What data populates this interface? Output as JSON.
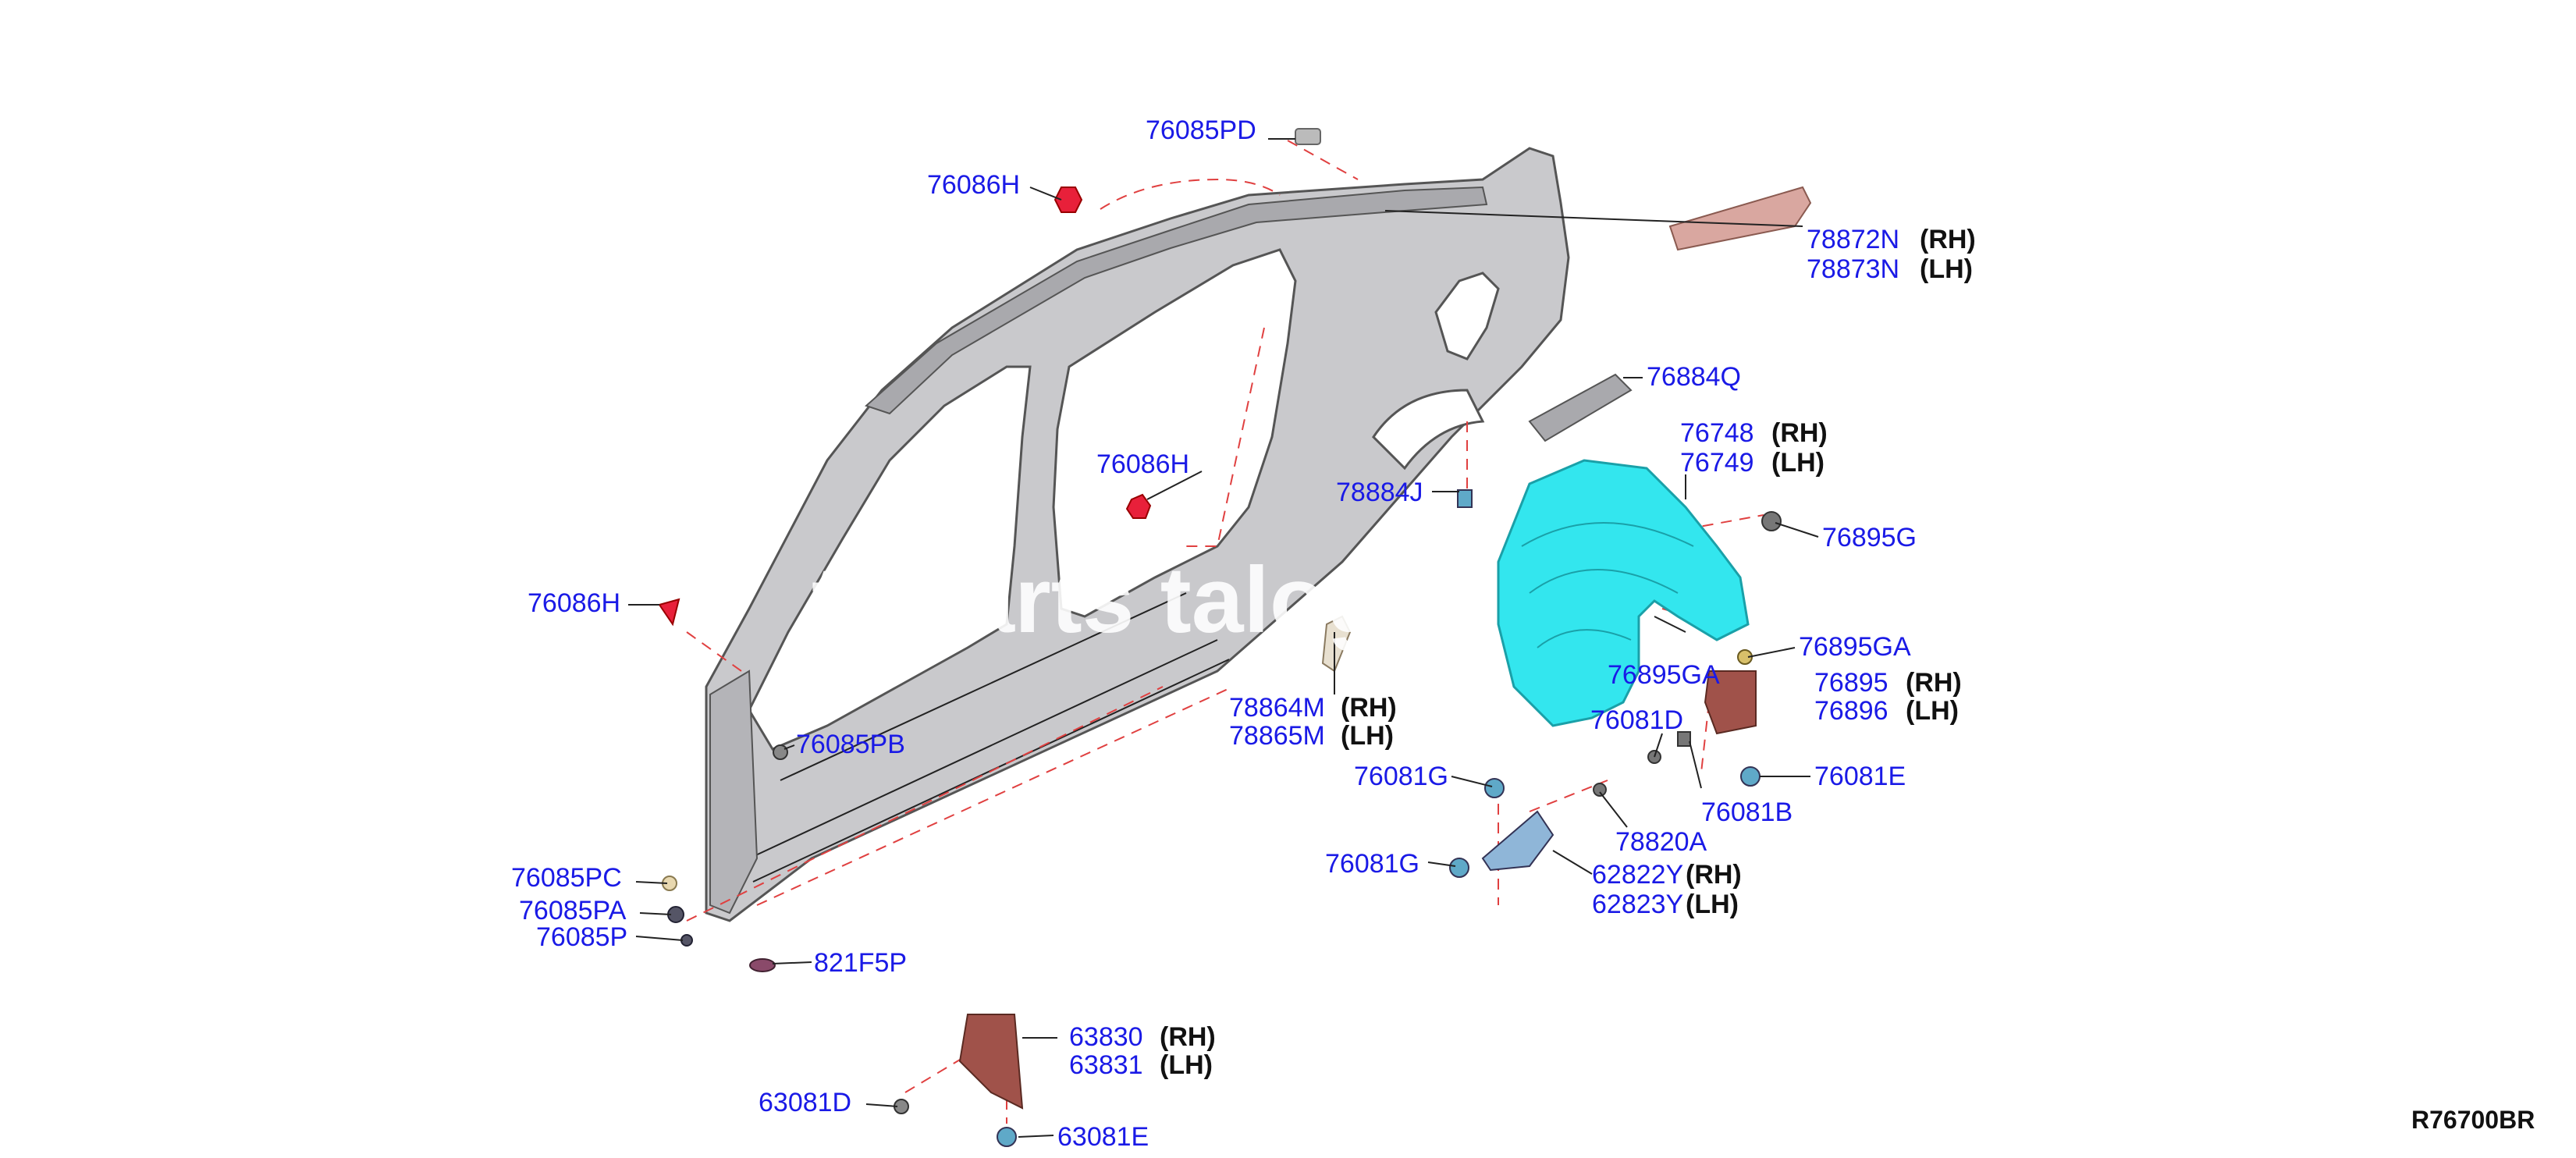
{
  "diagram": {
    "code": "R76700BR",
    "watermark": "tor arts talog",
    "colors": {
      "label": "#1a1ae6",
      "body_panel": "#c9c9cc",
      "liner": "#33e6ee",
      "red_parts": "#e8203a",
      "brown_parts": "#a0524a"
    },
    "labels": [
      {
        "id": "p76085PD",
        "num": "76085PD",
        "side": ""
      },
      {
        "id": "p76086H_top",
        "num": "76086H",
        "side": ""
      },
      {
        "id": "p78872N",
        "num": "78872N",
        "side": "(RH)"
      },
      {
        "id": "p78873N",
        "num": "78873N",
        "side": "(LH)"
      },
      {
        "id": "p76884Q",
        "num": "76884Q",
        "side": ""
      },
      {
        "id": "p76748",
        "num": "76748",
        "side": "(RH)"
      },
      {
        "id": "p76749",
        "num": "76749",
        "side": "(LH)"
      },
      {
        "id": "p76086H_mid",
        "num": "76086H",
        "side": ""
      },
      {
        "id": "p78884J",
        "num": "78884J",
        "side": ""
      },
      {
        "id": "p76895G",
        "num": "76895G",
        "side": ""
      },
      {
        "id": "p76086H_left",
        "num": "76086H",
        "side": ""
      },
      {
        "id": "p76895GA_r",
        "num": "76895GA",
        "side": ""
      },
      {
        "id": "p76895GA_l",
        "num": "76895GA",
        "side": ""
      },
      {
        "id": "p76895",
        "num": "76895",
        "side": "(RH)"
      },
      {
        "id": "p76896",
        "num": "76896",
        "side": "(LH)"
      },
      {
        "id": "p78864M",
        "num": "78864M",
        "side": "(RH)"
      },
      {
        "id": "p78865M",
        "num": "78865M",
        "side": "(LH)"
      },
      {
        "id": "p76081D",
        "num": "76081D",
        "side": ""
      },
      {
        "id": "p76085PB",
        "num": "76085PB",
        "side": ""
      },
      {
        "id": "p76081G_a",
        "num": "76081G",
        "side": ""
      },
      {
        "id": "p76081E_r",
        "num": "76081E",
        "side": ""
      },
      {
        "id": "p76081B",
        "num": "76081B",
        "side": ""
      },
      {
        "id": "p78820A",
        "num": "78820A",
        "side": ""
      },
      {
        "id": "p76081G_b",
        "num": "76081G",
        "side": ""
      },
      {
        "id": "p62822Y",
        "num": "62822Y",
        "side": "(RH)"
      },
      {
        "id": "p62823Y",
        "num": "62823Y",
        "side": "(LH)"
      },
      {
        "id": "p76085PC",
        "num": "76085PC",
        "side": ""
      },
      {
        "id": "p76085PA",
        "num": "76085PA",
        "side": ""
      },
      {
        "id": "p76085P",
        "num": "76085P",
        "side": ""
      },
      {
        "id": "p821F5P",
        "num": "821F5P",
        "side": ""
      },
      {
        "id": "p63830",
        "num": "63830",
        "side": "(RH)"
      },
      {
        "id": "p63831",
        "num": "63831",
        "side": "(LH)"
      },
      {
        "id": "p63081D",
        "num": "63081D",
        "side": ""
      },
      {
        "id": "p63081E",
        "num": "63081E",
        "side": ""
      }
    ]
  }
}
